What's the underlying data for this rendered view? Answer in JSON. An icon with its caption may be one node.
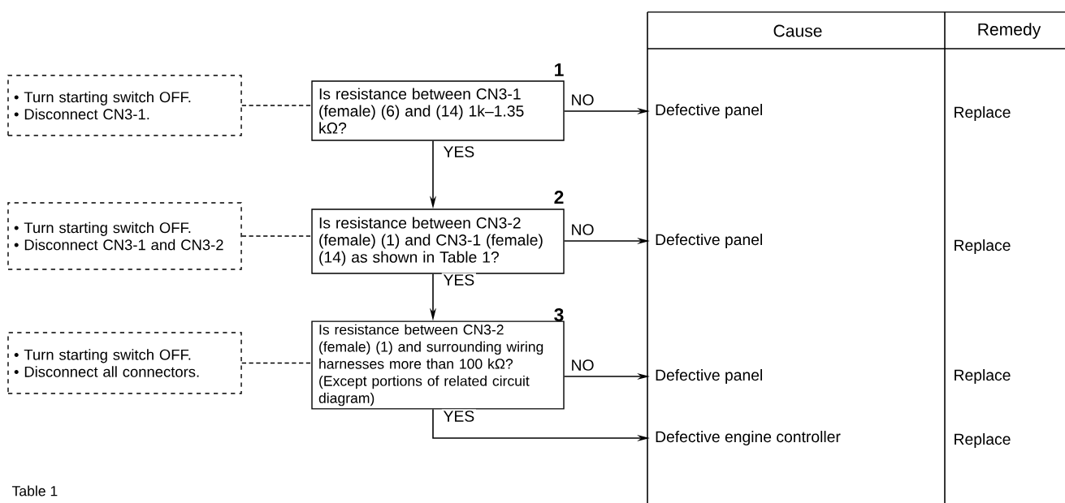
{
  "diagram": {
    "nodes": [
      {
        "text": [
          "• Turn starting switch OFF.",
          "• Disconnect CN3-1."
        ]
      },
      {
        "text": [
          "Is resistance between CN3-1 (female) (6) and (14) 1k–1.35 kΩ?"
        ],
        "beside": [
          "1"
        ]
      },
      {
        "text": [
          "• Turn starting switch OFF.",
          "• Disconnect CN3-1 and CN3-2"
        ]
      },
      {
        "text": [
          "Is resistance between CN3-2 (female) (1) and CN3-1 (female) (14) as shown in Table 1?"
        ],
        "beside": [
          "2"
        ]
      },
      {
        "text": [
          "• Turn starting switch OFF.",
          "• Disconnect all connectors."
        ]
      },
      {
        "text": [
          "Is resistance between CN3-2 (female) (1) and surrounding wiring harnesses more than 100 kΩ? (Except portions of related circuit diagram)"
        ],
        "beside": [
          "3"
        ]
      },
      {
        "text": [
          "Defective panel"
        ]
      },
      {
        "text": [
          "Defective panel"
        ]
      },
      {
        "text": [
          "Defective panel"
        ]
      },
      {
        "text": [
          "Defective engine controller"
        ]
      }
    ],
    "edges": [
      {
        "from": 0,
        "to": 1,
        "arrow": "none",
        "style": "dashed"
      },
      {
        "from": 1,
        "to": 6,
        "arrow": "to",
        "label": "NO"
      },
      {
        "from": 1,
        "to": 3,
        "arrow": "to",
        "label": "YES"
      },
      {
        "from": 2,
        "to": 3,
        "arrow": "none",
        "style": "dashed"
      },
      {
        "from": 3,
        "to": 7,
        "arrow": "to",
        "label": "NO"
      },
      {
        "from": 3,
        "to": 5,
        "arrow": "to",
        "label": "YES"
      },
      {
        "from": 4,
        "to": 5,
        "arrow": "none",
        "style": "dashed"
      },
      {
        "from": 5,
        "to": 8,
        "arrow": "to",
        "label": "NO"
      },
      {
        "from": 5,
        "to": 9,
        "arrow": "to",
        "label": "YES"
      }
    ],
    "labels": [
      "Cause",
      "Remedy",
      "Replace",
      "Replace",
      "Replace",
      "Replace",
      "Table 1"
    ]
  }
}
